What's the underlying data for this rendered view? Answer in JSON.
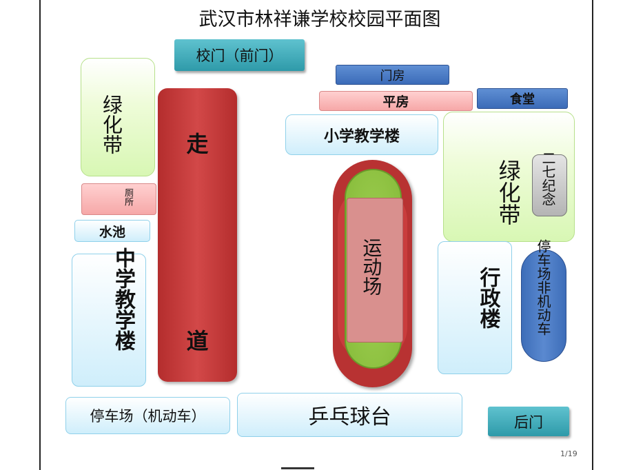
{
  "title": "武汉市林祥谦学校校园平面图",
  "gate_front": "校门（前门）",
  "gatehouse": "门房",
  "bungalow": "平房",
  "canteen": "食堂",
  "primary_building": "小学教学楼",
  "green_left": "绿化带",
  "green_right": "绿化带",
  "toilet": "厕所",
  "pool": "水池",
  "walkway_1": "走",
  "walkway_2": "道",
  "playground": "运动场",
  "middle_building": "中学教学楼",
  "memorial": "二七纪念",
  "admin_building": "行政楼",
  "bike_parking": "停车场非机动车",
  "car_parking": "停车场（机动车）",
  "pingpong": "乒乓球台",
  "back_gate": "后门",
  "page_number": "1/19",
  "colors": {
    "walkway": "#c83a3a",
    "teal": "#3aa9b8",
    "blue": "#4a7cc7",
    "pink": "#f7b4b4",
    "green": "#d8f7b4",
    "light_blue": "#dff3fb",
    "track_green": "#8cbf3f"
  }
}
